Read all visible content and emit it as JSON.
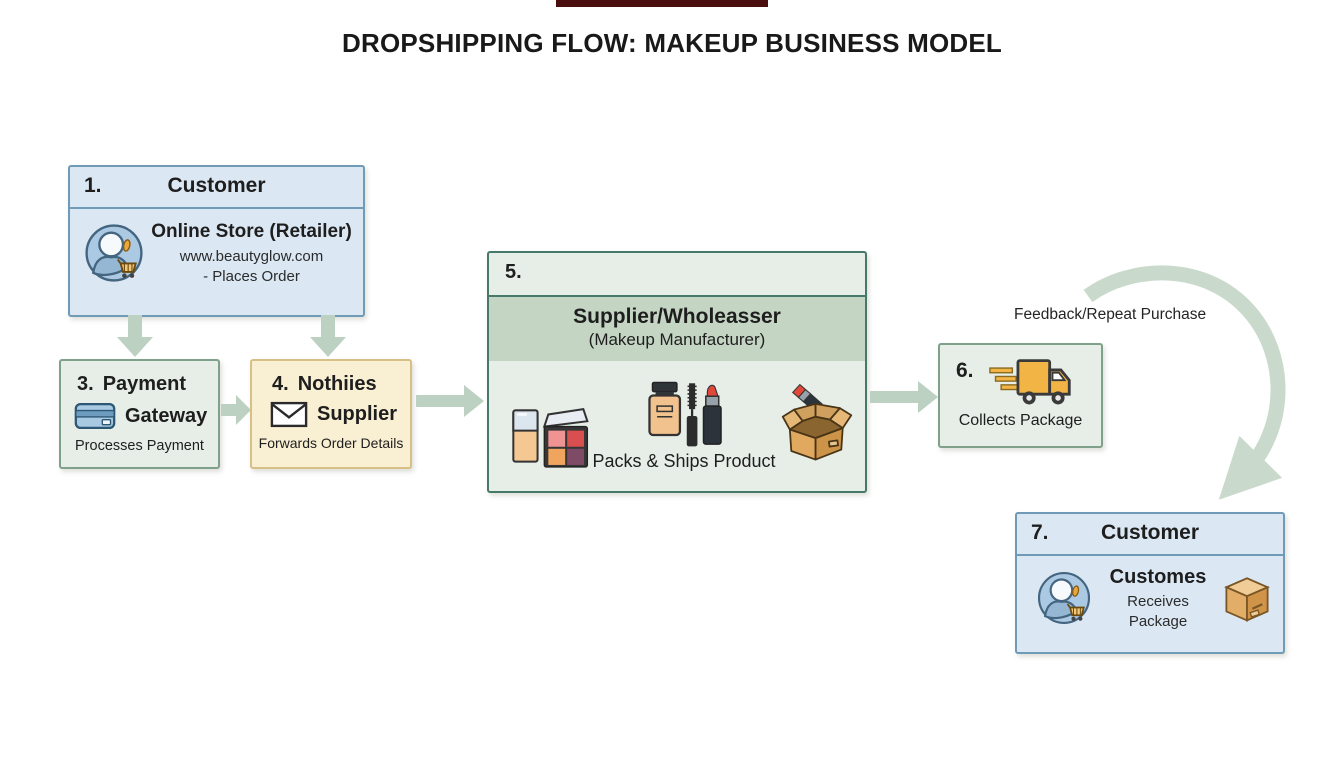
{
  "title": "DROPSHIPPING FLOW: MAKEUP BUSINESS MODEL",
  "nodes": {
    "customer_order": {
      "number": "1.",
      "title": "Customer",
      "heading": "Online Store (Retailer)",
      "line1": "www.beautyglow.com",
      "line2": "- Places Order"
    },
    "payment_gateway": {
      "number": "3.",
      "word1": "Payment",
      "word2": "Gateway",
      "caption": "Processes Payment"
    },
    "notifies_supplier": {
      "number": "4.",
      "word1": "Nothiies",
      "word2": "Supplier",
      "caption": "Forwards Order Details"
    },
    "supplier": {
      "number": "5.",
      "title": "Supplier/Wholeasser",
      "subtitle": "(Makeup Manufacturer)",
      "caption": "Packs & Ships Product"
    },
    "courier": {
      "number": "6.",
      "caption": "Collects Package"
    },
    "customer_receive": {
      "number": "7.",
      "title": "Customer",
      "heading": "Customes",
      "caption": "Receives Package"
    }
  },
  "annotations": {
    "feedback_loop": "Feedback/Repeat Purchase"
  },
  "icons": {
    "person_cart": "person-with-shopping-cart",
    "credit_card": "credit-card",
    "envelope": "envelope",
    "makeup_set": "foundation-and-eyeshadow-palette",
    "cosmetics_set": "cream-jar-mascara-lipstick",
    "open_box": "open-cardboard-box-with-lipstick",
    "delivery_truck": "delivery-truck",
    "package": "closed-package-box"
  },
  "colors": {
    "blue_bg": "#dbe8f4",
    "blue_border": "#6f9bb6",
    "green_bg": "#e6eee7",
    "green_border": "#7fa089",
    "dark_green_border": "#47796b",
    "green_band": "#c4d5c4",
    "cream_bg": "#f9efd3",
    "cream_border": "#d8bf85",
    "arrow": "#bdd1c2",
    "curve_arrow": "#c9dacc",
    "truck_yellow": "#f2b445",
    "cardboard": "#dfa963",
    "top_bar": "#4a0e0e",
    "text": "#1e1e1e"
  }
}
